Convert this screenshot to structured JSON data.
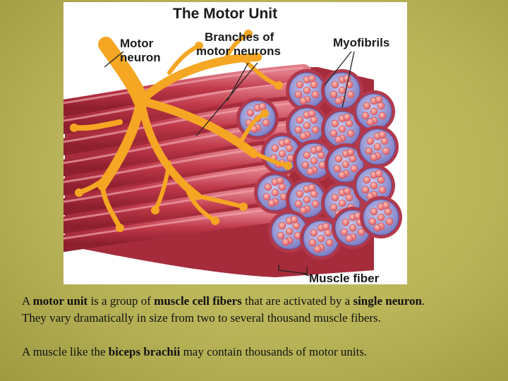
{
  "figure": {
    "title": "The Motor Unit",
    "labels": {
      "motor_neuron": [
        "Motor",
        "neuron"
      ],
      "branches": [
        "Branches of",
        "motor neurons"
      ],
      "myofibrils": "Myofibrils",
      "muscle_fiber": "Muscle fiber"
    }
  },
  "caption": {
    "line1": {
      "t1": "A ",
      "b1": "motor unit",
      "t2": " is a group of ",
      "b2": "muscle cell fibers",
      "t3": " that are activated by a ",
      "b3": "single neuron",
      "t4": "."
    },
    "line2": "They vary dramatically in size from two to several thousand muscle fibers.",
    "line3": {
      "t1": "A muscle like the ",
      "b1": "biceps brachii",
      "t2": " may contain thousands of motor units."
    }
  },
  "colors": {
    "background": "#b9b458",
    "neuron": "#f5a623",
    "fiber": "#c0394a",
    "fascicle": "#8f8fd0",
    "myofibril": "#f08a8a"
  }
}
